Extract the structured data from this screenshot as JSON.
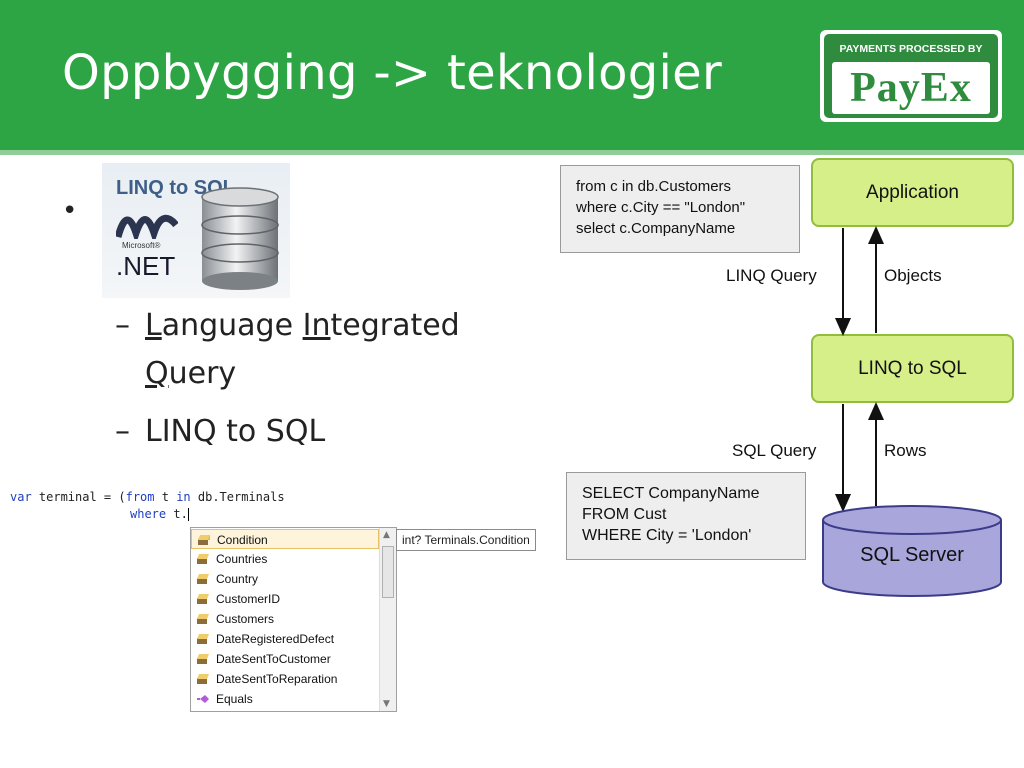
{
  "slide": {
    "title": "Oppbygging -> teknologier",
    "bg_color": "#2ea545"
  },
  "logo": {
    "top_text": "PAYMENTS PROCESSED BY",
    "main_text": "PayEx"
  },
  "linq_image": {
    "title": "LINQ to SQL",
    "net_text": ".NET",
    "ms_text": "Microsoft®"
  },
  "bullets": {
    "item1_part1": "L",
    "item1_part2": "anguage ",
    "item1_part3": "In",
    "item1_part4": "tegrated",
    "item1_part5": "Q",
    "item1_part6": "uery",
    "item2": "LINQ to SQL"
  },
  "code": {
    "line1_kw1": "var",
    "line1_a": " terminal = (",
    "line1_kw2": "from",
    "line1_b": " t ",
    "line1_kw3": "in",
    "line1_c": " db.Terminals",
    "line2_kw": "where",
    "line2_a": " t."
  },
  "autocomplete": {
    "items": [
      "Condition",
      "Countries",
      "Country",
      "CustomerID",
      "Customers",
      "DateRegisteredDefect",
      "DateSentToCustomer",
      "DateSentToReparation",
      "Equals"
    ],
    "tooltip": "int? Terminals.Condition"
  },
  "diagram": {
    "linq_code": [
      "from c in db.Customers",
      "where c.City == \"London\"",
      "select c.CompanyName"
    ],
    "sql_code": [
      "SELECT CompanyName",
      "FROM Cust",
      "WHERE City = 'London'"
    ],
    "node_app": "Application",
    "node_linq": "LINQ to SQL",
    "node_db": "SQL Server",
    "label_linq_query": "LINQ Query",
    "label_objects": "Objects",
    "label_sql_query": "SQL Query",
    "label_rows": "Rows",
    "node_color": "#d6ef88",
    "db_color": "#a9a6db"
  }
}
